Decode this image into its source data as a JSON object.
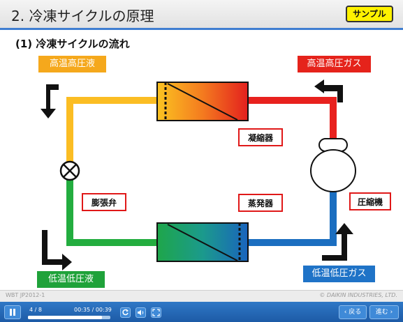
{
  "header": {
    "title": "2. 冷凍サイクルの原理",
    "badge": "サンプル"
  },
  "section": {
    "subtitle": "(1) 冷凍サイクルの流れ"
  },
  "diagram": {
    "states": {
      "high_pressure_liquid": "高温高圧液",
      "high_pressure_gas": "高温高圧ガス",
      "low_pressure_liquid": "低温低圧液",
      "low_pressure_gas": "低温低圧ガス"
    },
    "components": {
      "condenser": "凝縮器",
      "evaporator": "蒸発器",
      "expansion_valve": "膨張弁",
      "compressor": "圧縮機"
    },
    "colors": {
      "high_liquid_pipe": "#fbbd23",
      "high_gas_pipe": "#e8211e",
      "low_liquid_pipe": "#23ad3f",
      "low_gas_pipe": "#1b6ec0",
      "high_liquid_label_bg": "#f5a81c",
      "high_gas_label_bg": "#e5231b",
      "low_liquid_label_bg": "#1fa23a",
      "low_gas_label_bg": "#1f73c7",
      "component_border": "#e01818"
    }
  },
  "footer": {
    "left_text": "WBT JP2012-1",
    "copyright": "© DAIKIN INDUSTRIES, LTD."
  },
  "player": {
    "page_counter": "4 / 8",
    "time": "00:35 / 00:39",
    "progress": 0.9,
    "back_label": "‹ 戻る",
    "next_label": "進む ›",
    "pause_icon": "pause-icon",
    "replay_icon": "replay-icon",
    "volume_icon": "volume-icon",
    "fullscreen_icon": "fullscreen-icon"
  }
}
